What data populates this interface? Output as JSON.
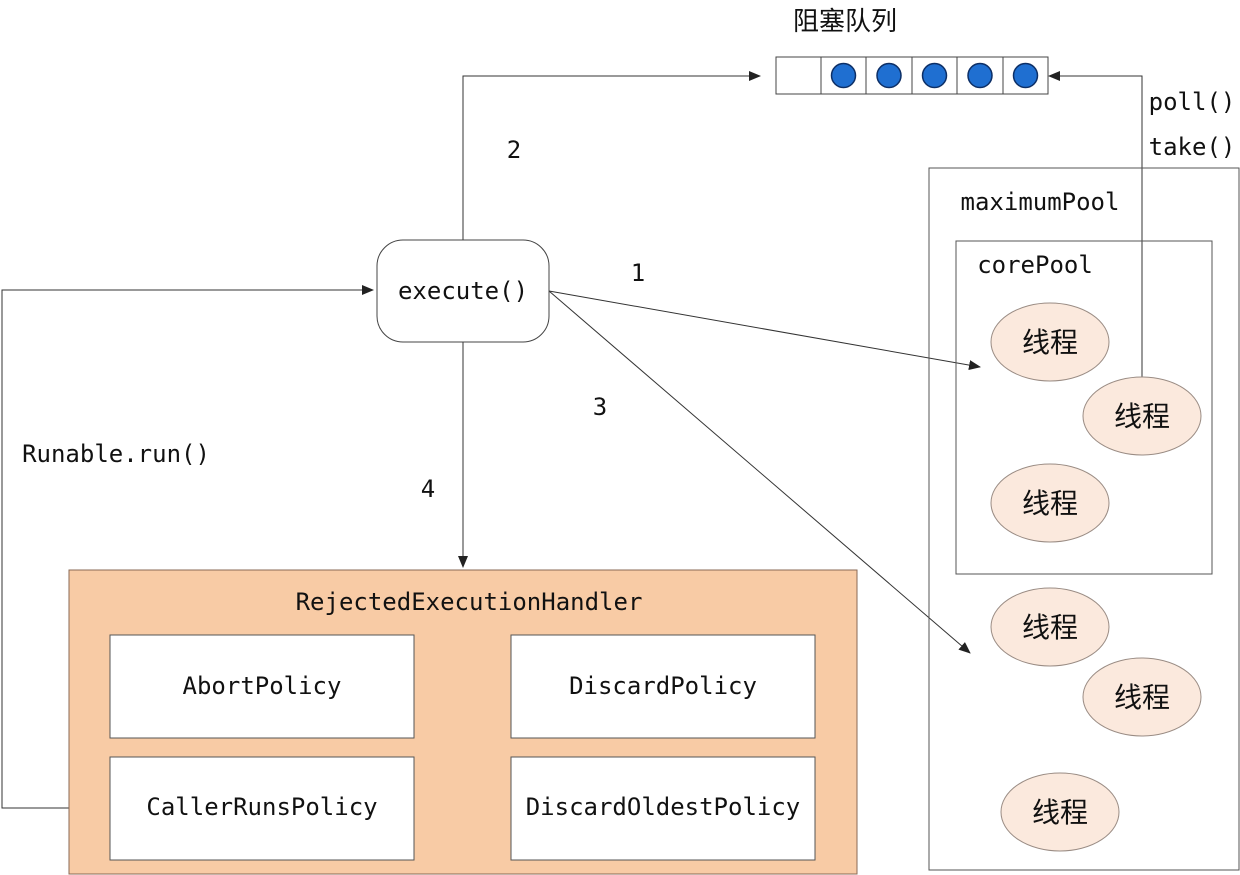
{
  "queue": {
    "title": "阻塞队列",
    "poll_label": "poll()",
    "take_label": "take()",
    "colors": {
      "slot_fill": "#ffffff",
      "item_fill": "#1f6fd1",
      "item_stroke": "#0d2f66"
    }
  },
  "execute": {
    "label": "execute()"
  },
  "steps": {
    "one": "1",
    "two": "2",
    "three": "3",
    "four": "4"
  },
  "runnable_label": "Runable.run()",
  "handler": {
    "title": "RejectedExecutionHandler",
    "policies": [
      "AbortPolicy",
      "DiscardPolicy",
      "CallerRunsPolicy",
      "DiscardOldestPolicy"
    ],
    "colors": {
      "fill": "#f8cba5",
      "stroke": "#8a6a55"
    }
  },
  "pools": {
    "maximum_label": "maximumPool",
    "core_label": "corePool",
    "thread_label": "线程",
    "colors": {
      "thread_fill": "#fbe9dd",
      "thread_stroke": "#9a8c84"
    }
  }
}
